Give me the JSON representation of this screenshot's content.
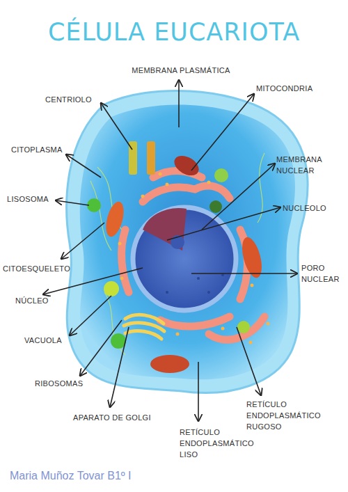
{
  "diagram": {
    "title": "CÉLULA EUCARIOTA",
    "labels": [
      "MEMBRANA PLASMÁTICA",
      "CENTRIOLO",
      "MITOCONDRIA",
      "CITOPLASMA",
      "MEMBRANA NUCLEAR",
      "LISOSOMA",
      "NUCLEOLO",
      "CITOESQUELETO",
      "PORO NUCLEAR",
      "NÚCLEO",
      "VACUOLA",
      "RIBOSOMAS",
      "RETÍCULO ENDOPLASMÁTICO RUGOSO",
      "APARATO DE GOLGI",
      "RETÍCULO ENDOPLASMÁTICO LISO",
      "Maria Muñoz Tovar B1º I"
    ]
  }
}
